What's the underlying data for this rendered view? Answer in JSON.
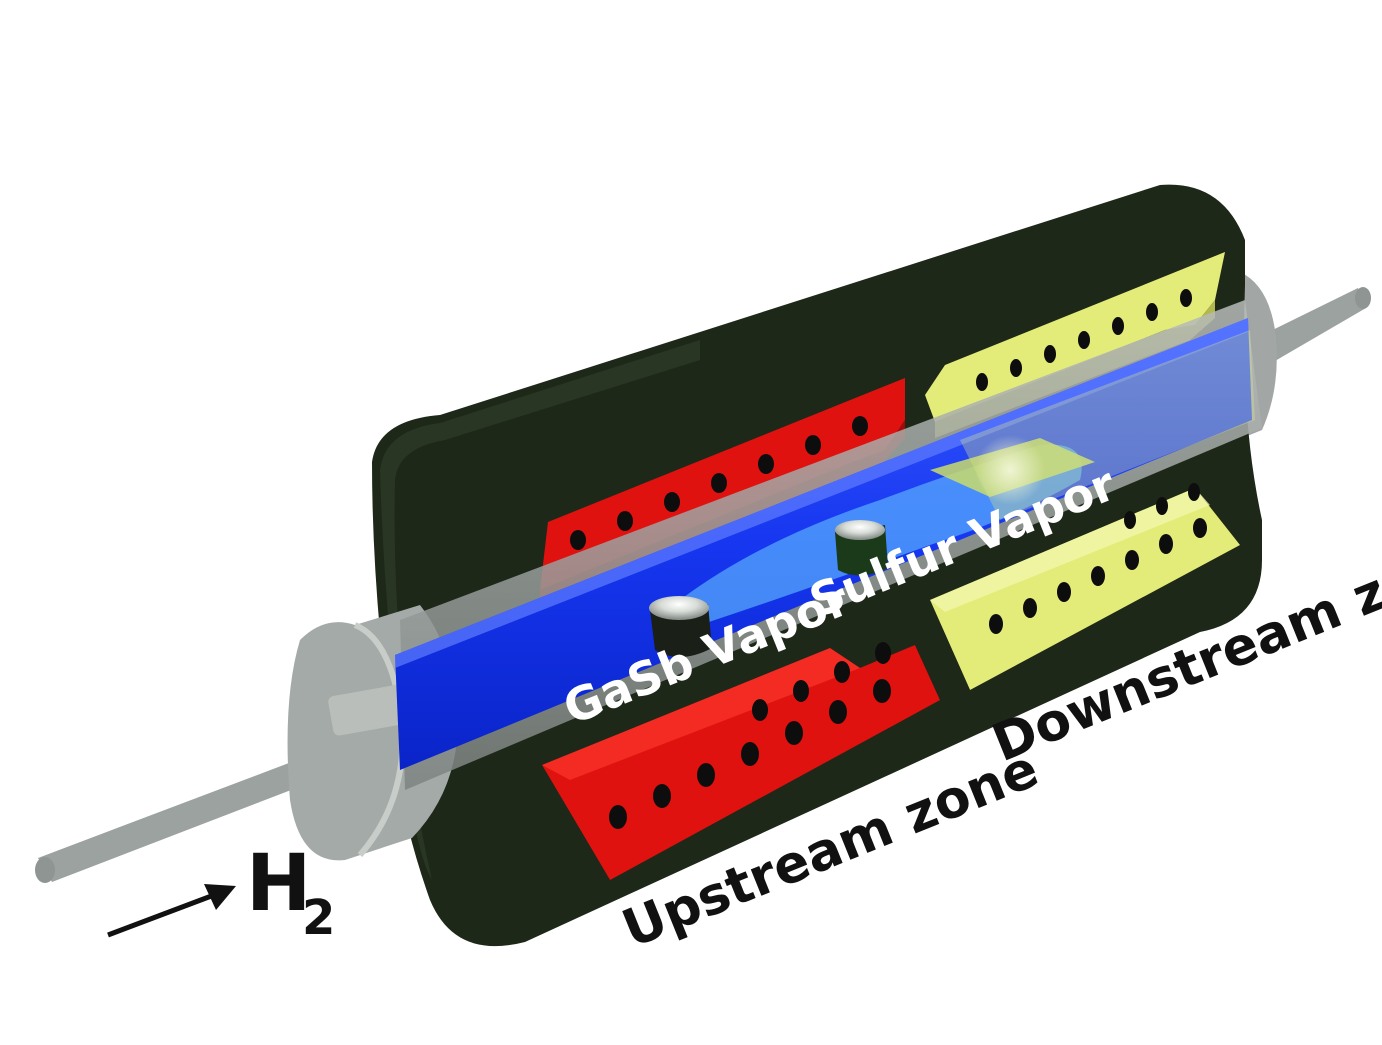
{
  "labels": {
    "gas_letter": "H",
    "gas_subscript": "2",
    "upstream": "Upstream zone",
    "downstream": "Downstream zone",
    "gasb_vapor": "GaSb Vapor",
    "sulfur_vapor": "Sulfur Vapor"
  },
  "colors": {
    "furnace_shell": "#1f2a1a",
    "upstream_heater": "#e0120f",
    "downstream_heater": "#e3ec78",
    "vapor": "#1a3fff",
    "tube_gray": "#9aa09e"
  }
}
